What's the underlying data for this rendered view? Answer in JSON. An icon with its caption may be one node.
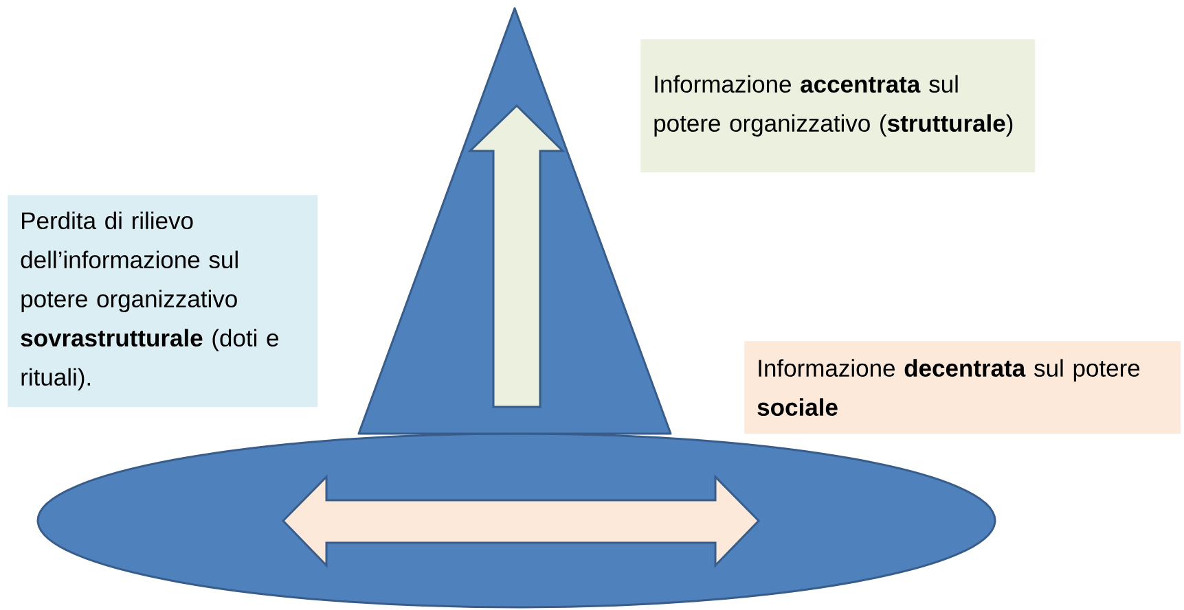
{
  "diagram": {
    "nodes": [
      {
        "text": [],
        "shape": "triangle"
      },
      {
        "text": [
          "Informazione **accentrata** sul potere organizzativo (**strutturale**)"
        ]
      },
      {
        "text": [
          "Perdita di rilievo dell’informazione sul potere organizzativo **sovrastrutturale** (doti e rituali)."
        ]
      },
      {
        "text": [
          "Informazione **decentrata** sul potere **sociale**"
        ]
      },
      {
        "text": [],
        "shape": "ellipse"
      }
    ]
  }
}
